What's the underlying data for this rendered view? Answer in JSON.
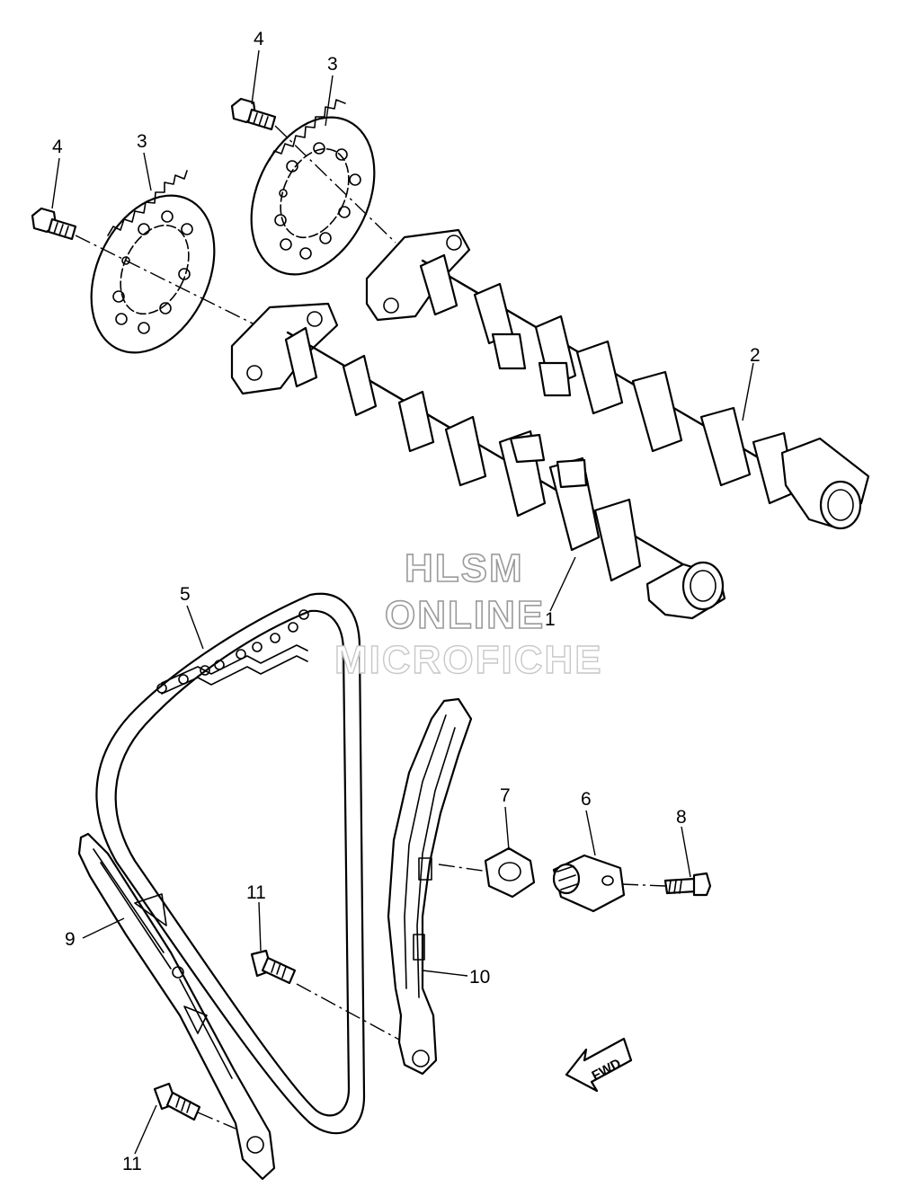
{
  "diagram": {
    "callouts": {
      "c1": "1",
      "c2": "2",
      "c3a": "3",
      "c3b": "3",
      "c4a": "4",
      "c4b": "4",
      "c5": "5",
      "c6": "6",
      "c7": "7",
      "c8": "8",
      "c9": "9",
      "c10": "10",
      "c11a": "11",
      "c11b": "11"
    },
    "fwd_label": "FWD"
  },
  "watermark": {
    "line1": "HLSM",
    "line2": "ONLINE",
    "line3": "MICROFICHE"
  }
}
